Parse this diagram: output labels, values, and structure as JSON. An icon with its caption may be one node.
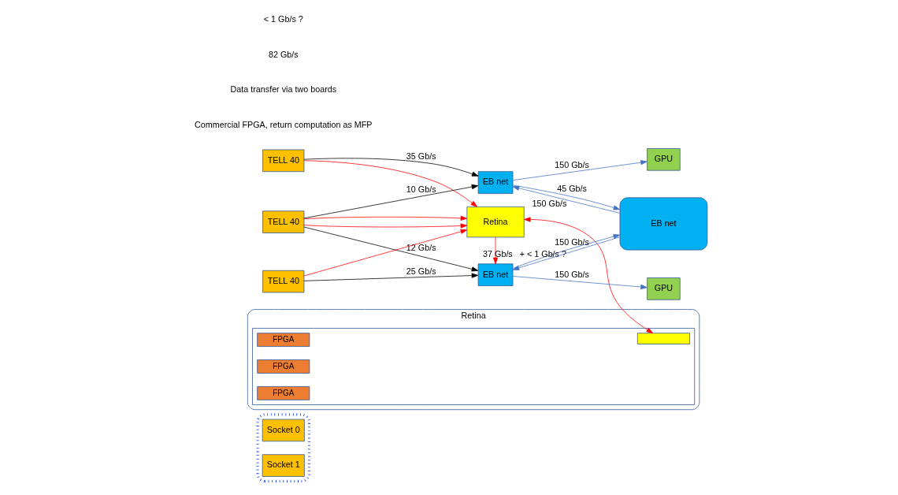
{
  "diagram": {
    "nodes": [
      {
        "text": [],
        "shape": "box"
      },
      {
        "text": [
          "Socket 0"
        ],
        "in": 0
      },
      {
        "text": [
          "Socket 1"
        ],
        "in": 0
      },
      {
        "text": [
          "GPU"
        ]
      },
      {
        "text": [
          "EB net"
        ]
      },
      {
        "text": [
          "TELL 40"
        ]
      },
      {
        "text": [
          "TELL 40"
        ]
      },
      {
        "text": [
          "Retina"
        ]
      },
      {
        "text": [
          "TELL 40"
        ]
      },
      {
        "text": [
          "EB net"
        ]
      },
      {
        "text": [
          "GPU"
        ]
      },
      {
        "text": [
          "Retina"
        ]
      },
      {
        "text": [],
        "shape": "box",
        "in": 11
      },
      {
        "text": [
          "FPGA"
        ],
        "in": 12
      },
      {
        "text": [
          "FPGA"
        ],
        "in": 12
      },
      {
        "text": [],
        "shape": "box",
        "in": 12
      },
      {
        "text": [
          "FPGA"
        ],
        "in": 12
      },
      {
        "text": [
          "EB net"
        ]
      }
    ],
    "edges": [
      {
        "from": 4,
        "to": 3,
        "arrow": "to",
        "label": "150 Gb/s",
        "color": "#4472c4"
      },
      {
        "from": 9,
        "to": 10,
        "arrow": "to",
        "label": "150 Gb/s",
        "color": "#4472c4"
      },
      {
        "from": 4,
        "to": 17,
        "arrow": "to",
        "label": "45 Gb/s",
        "color": "#4472c4"
      },
      {
        "from": 17,
        "to": 4,
        "arrow": "to",
        "label": "150 Gb/s",
        "color": "#4472c4"
      },
      {
        "from": 17,
        "to": 9,
        "arrow": "to",
        "label": "150 Gb/s",
        "color": "#4472c4"
      },
      {
        "from": 9,
        "to": 17,
        "arrow": "to",
        "label": "37 Gb/s   + < 1 Gb/s ?",
        "color": "#4472c4"
      },
      {
        "from": 5,
        "to": 4,
        "arrow": "to",
        "label": "35 Gb/s",
        "color": "#000000"
      },
      {
        "from": 6,
        "to": 4,
        "arrow": "to",
        "label": "10 Gb/s",
        "color": "#000000"
      },
      {
        "from": 6,
        "to": 9,
        "arrow": "to",
        "label": "12 Gb/s",
        "color": "#000000"
      },
      {
        "from": 8,
        "to": 9,
        "arrow": "to",
        "label": "25 Gb/s",
        "color": "#000000"
      },
      {
        "from": 5,
        "to": 7,
        "arrow": "to",
        "color": "#ff0000"
      },
      {
        "from": 6,
        "to": 7,
        "arrow": "to",
        "color": "#ff0000"
      },
      {
        "from": 6,
        "to": 7,
        "arrow": "to",
        "color": "#ff0000"
      },
      {
        "from": 7,
        "to": 9,
        "arrow": "to",
        "color": "#ff0000"
      },
      {
        "from": 8,
        "to": 7,
        "arrow": "to",
        "color": "#ff0000"
      },
      {
        "from": 7,
        "to": 15,
        "arrow": "both",
        "color": "#ff0000"
      }
    ],
    "labels": [
      "Commercial FPGA, return computation as MFP",
      "Data transfer via two boards",
      "82 Gb/s",
      "< 1 Gb/s ?"
    ]
  }
}
